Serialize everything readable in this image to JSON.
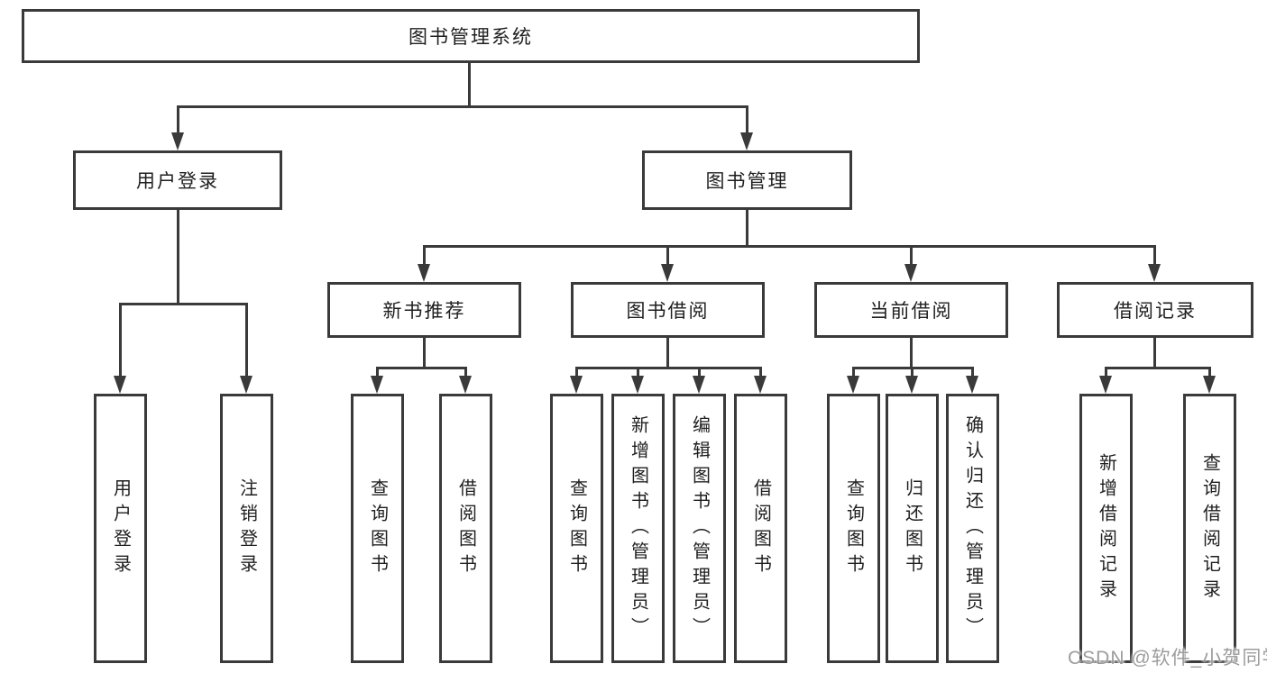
{
  "diagram": {
    "nodes": {
      "root": "图书管理系统",
      "user_login": "用户登录",
      "book_mgmt": "图书管理",
      "new_book": "新书推荐",
      "book_borrow": "图书借阅",
      "current_borrow": "当前借阅",
      "borrow_record": "借阅记录",
      "leaves": {
        "user_login_1": "用户登录",
        "user_login_2": "注销登录",
        "new_book_1": "查询图书",
        "new_book_2": "借阅图书",
        "book_borrow_1": "查询图书",
        "book_borrow_2": "新增图书（管理员）",
        "book_borrow_3": "编辑图书（管理员）",
        "book_borrow_4": "借阅图书",
        "current_borrow_1": "查询图书",
        "current_borrow_2": "归还图书",
        "current_borrow_3": "确认归还（管理员）",
        "borrow_record_1": "新增借阅记录",
        "borrow_record_2": "查询借阅记录"
      }
    },
    "watermark": "CSDN @软件_小贺同学",
    "colors": {
      "line": "#3a3a3a",
      "text": "#1f1f1f",
      "background": "#ffffff",
      "watermark": "#9c9c9c"
    }
  }
}
